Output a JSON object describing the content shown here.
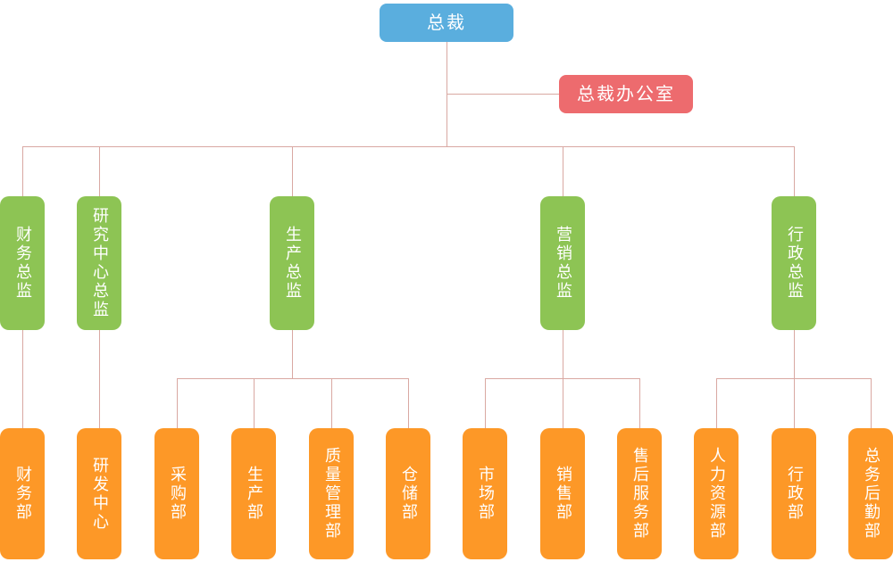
{
  "colors": {
    "president": "#5aaede",
    "office": "#ed6b6e",
    "director": "#8dc454",
    "department": "#fd9827",
    "connector": "#d9a8a2",
    "node_text": "#ffffff",
    "background": "#ffffff"
  },
  "org": {
    "president": {
      "label": "总裁"
    },
    "office": {
      "label": "总裁办公室"
    },
    "directors": [
      {
        "label": "财务总监"
      },
      {
        "label": "研究中心总监"
      },
      {
        "label": "生产总监"
      },
      {
        "label": "营销总监"
      },
      {
        "label": "行政总监"
      }
    ],
    "departments": [
      {
        "label": "财务部"
      },
      {
        "label": "研发中心"
      },
      {
        "label": "采购部"
      },
      {
        "label": "生产部"
      },
      {
        "label": "质量管理部"
      },
      {
        "label": "仓储部"
      },
      {
        "label": "市场部"
      },
      {
        "label": "销售部"
      },
      {
        "label": "售后服务部"
      },
      {
        "label": "人力资源部"
      },
      {
        "label": "行政部"
      },
      {
        "label": "总务后勤部"
      }
    ]
  }
}
